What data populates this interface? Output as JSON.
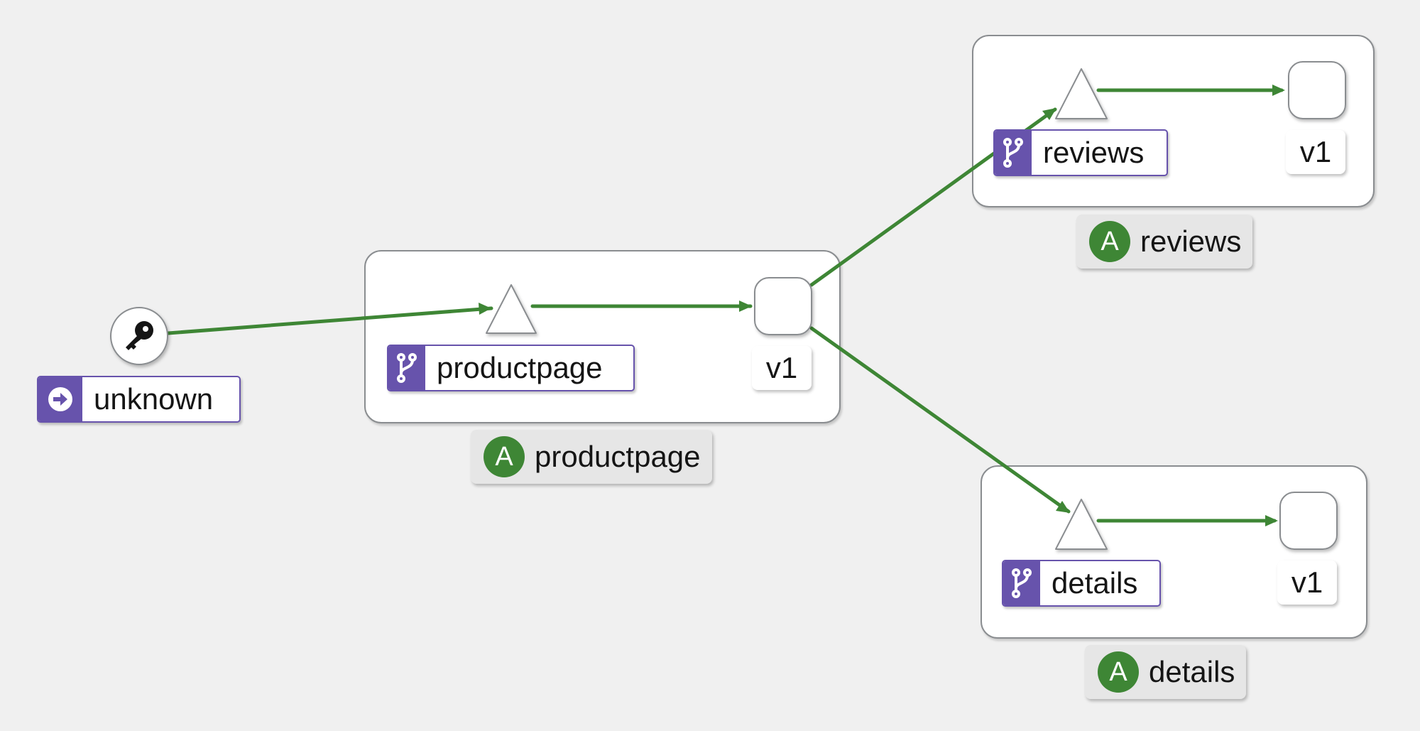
{
  "colors": {
    "edge": "#3e8635",
    "service_purple": "#6753ac",
    "app_green": "#3e8635",
    "background": "#f0f0f0"
  },
  "source": {
    "icon": "key-icon",
    "label_icon": "arrow-right-circle-icon",
    "label": "unknown"
  },
  "apps": [
    {
      "app_badge": "A",
      "app_label": "productpage",
      "service_icon": "branch-icon",
      "service_label": "productpage",
      "version_label": "v1"
    },
    {
      "app_badge": "A",
      "app_label": "reviews",
      "service_icon": "branch-icon",
      "service_label": "reviews",
      "version_label": "v1"
    },
    {
      "app_badge": "A",
      "app_label": "details",
      "service_icon": "branch-icon",
      "service_label": "details",
      "version_label": "v1"
    }
  ],
  "edges": [
    {
      "from": "unknown",
      "to": "productpage-service"
    },
    {
      "from": "productpage-service",
      "to": "productpage-v1"
    },
    {
      "from": "productpage-v1",
      "to": "reviews-service"
    },
    {
      "from": "productpage-v1",
      "to": "details-service"
    },
    {
      "from": "reviews-service",
      "to": "reviews-v1"
    },
    {
      "from": "details-service",
      "to": "details-v1"
    }
  ]
}
